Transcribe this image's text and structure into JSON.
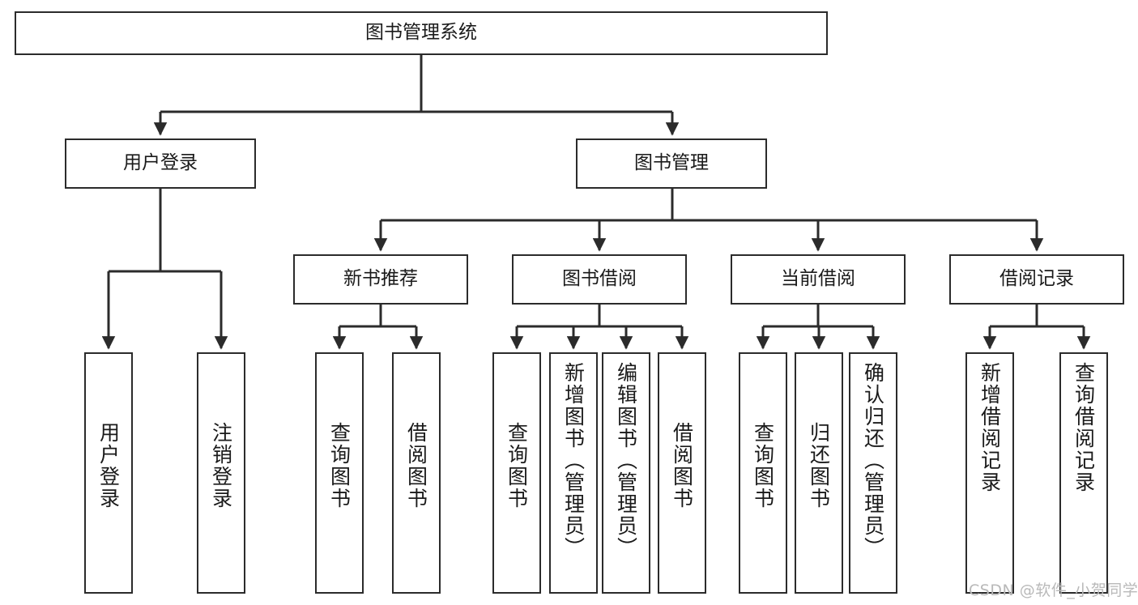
{
  "diagram": {
    "type": "tree",
    "title": "图书管理系统",
    "orientation": "top-down",
    "colors": {
      "border": "#2b2b2b",
      "background": "#ffffff",
      "text": "#1a1a1a",
      "edge": "#2b2b2b",
      "watermark": "#b9b9b9"
    },
    "watermark": "CSDN @软件_小贺同学",
    "nodes": {
      "root": {
        "label": "图书管理系统",
        "level": 1
      },
      "l2": [
        {
          "id": "user-login",
          "label": "用户登录",
          "level": 2
        },
        {
          "id": "book-manage",
          "label": "图书管理",
          "level": 2
        }
      ],
      "l3": [
        {
          "id": "new-book-rec",
          "label": "新书推荐",
          "level": 3,
          "parent": "book-manage"
        },
        {
          "id": "book-borrow",
          "label": "图书借阅",
          "level": 3,
          "parent": "book-manage"
        },
        {
          "id": "current-borrow",
          "label": "当前借阅",
          "level": 3,
          "parent": "book-manage"
        },
        {
          "id": "borrow-record",
          "label": "借阅记录",
          "level": 3,
          "parent": "book-manage"
        }
      ],
      "leaves": [
        {
          "id": "leaf-user-login",
          "label": "用户登录",
          "parent": "user-login"
        },
        {
          "id": "leaf-logout",
          "label": "注销登录",
          "parent": "user-login"
        },
        {
          "id": "leaf-query-book-1",
          "label": "查询图书",
          "parent": "new-book-rec"
        },
        {
          "id": "leaf-borrow-book-1",
          "label": "借阅图书",
          "parent": "new-book-rec"
        },
        {
          "id": "leaf-query-book-2",
          "label": "查询图书",
          "parent": "book-borrow"
        },
        {
          "id": "leaf-add-book",
          "label": "新增图书（管理员）",
          "parent": "book-borrow"
        },
        {
          "id": "leaf-edit-book",
          "label": "编辑图书（管理员）",
          "parent": "book-borrow"
        },
        {
          "id": "leaf-borrow-book-2",
          "label": "借阅图书",
          "parent": "book-borrow"
        },
        {
          "id": "leaf-query-book-3",
          "label": "查询图书",
          "parent": "current-borrow"
        },
        {
          "id": "leaf-return-book",
          "label": "归还图书",
          "parent": "current-borrow"
        },
        {
          "id": "leaf-confirm-return",
          "label": "确认归还（管理员）",
          "parent": "current-borrow"
        },
        {
          "id": "leaf-add-record",
          "label": "新增借阅记录",
          "parent": "borrow-record"
        },
        {
          "id": "leaf-query-record",
          "label": "查询借阅记录",
          "parent": "borrow-record"
        }
      ]
    }
  }
}
